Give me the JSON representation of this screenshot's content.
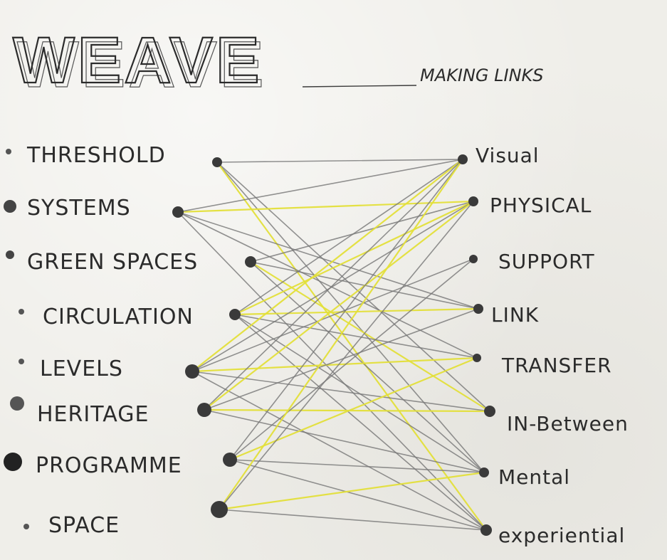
{
  "title": "WEAVE",
  "subtitle": "MAKING LINKS",
  "colors": {
    "pencil": "#3c3c3c",
    "grey_link": "#777777",
    "yellow_link": "#e3df3a"
  },
  "left_nodes": [
    {
      "id": "threshold",
      "label": "THRESHOLD",
      "bullet": "small"
    },
    {
      "id": "systems",
      "label": "SYSTEMS",
      "bullet": "large"
    },
    {
      "id": "green-spaces",
      "label": "GREEN SPACES",
      "bullet": "medium"
    },
    {
      "id": "circulation",
      "label": "CIRCULATION",
      "bullet": "small"
    },
    {
      "id": "levels",
      "label": "LEVELS",
      "bullet": "small"
    },
    {
      "id": "heritage",
      "label": "HERITAGE",
      "bullet": "large"
    },
    {
      "id": "programme",
      "label": "PROGRAMME",
      "bullet": "xlarge"
    },
    {
      "id": "space",
      "label": "SPACE",
      "bullet": "small"
    }
  ],
  "right_nodes": [
    {
      "id": "visual",
      "label": "Visual"
    },
    {
      "id": "physical",
      "label": "PHYSICAL"
    },
    {
      "id": "support",
      "label": "SUPPORT"
    },
    {
      "id": "link",
      "label": "LINK"
    },
    {
      "id": "transfer",
      "label": "TRANSFER"
    },
    {
      "id": "in-between",
      "label": "IN-Between"
    },
    {
      "id": "mental",
      "label": "Mental"
    },
    {
      "id": "experiential",
      "label": "experiential"
    }
  ],
  "links": [
    {
      "from": "threshold",
      "to": "visual",
      "color": "grey"
    },
    {
      "from": "threshold",
      "to": "in-between",
      "color": "grey"
    },
    {
      "from": "threshold",
      "to": "mental",
      "color": "grey"
    },
    {
      "from": "threshold",
      "to": "experiential",
      "color": "yellow"
    },
    {
      "from": "systems",
      "to": "physical",
      "color": "yellow"
    },
    {
      "from": "systems",
      "to": "visual",
      "color": "grey"
    },
    {
      "from": "systems",
      "to": "link",
      "color": "grey"
    },
    {
      "from": "systems",
      "to": "transfer",
      "color": "grey"
    },
    {
      "from": "systems",
      "to": "experiential",
      "color": "grey"
    },
    {
      "from": "green-spaces",
      "to": "physical",
      "color": "grey"
    },
    {
      "from": "green-spaces",
      "to": "link",
      "color": "grey"
    },
    {
      "from": "green-spaces",
      "to": "in-between",
      "color": "yellow"
    },
    {
      "from": "green-spaces",
      "to": "mental",
      "color": "grey"
    },
    {
      "from": "circulation",
      "to": "visual",
      "color": "grey"
    },
    {
      "from": "circulation",
      "to": "physical",
      "color": "yellow"
    },
    {
      "from": "circulation",
      "to": "link",
      "color": "yellow"
    },
    {
      "from": "circulation",
      "to": "transfer",
      "color": "grey"
    },
    {
      "from": "circulation",
      "to": "mental",
      "color": "grey"
    },
    {
      "from": "circulation",
      "to": "experiential",
      "color": "grey"
    },
    {
      "from": "levels",
      "to": "visual",
      "color": "yellow"
    },
    {
      "from": "levels",
      "to": "physical",
      "color": "grey"
    },
    {
      "from": "levels",
      "to": "support",
      "color": "grey"
    },
    {
      "from": "levels",
      "to": "transfer",
      "color": "yellow"
    },
    {
      "from": "levels",
      "to": "in-between",
      "color": "grey"
    },
    {
      "from": "levels",
      "to": "experiential",
      "color": "grey"
    },
    {
      "from": "heritage",
      "to": "visual",
      "color": "grey"
    },
    {
      "from": "heritage",
      "to": "physical",
      "color": "yellow"
    },
    {
      "from": "heritage",
      "to": "link",
      "color": "grey"
    },
    {
      "from": "heritage",
      "to": "in-between",
      "color": "yellow"
    },
    {
      "from": "heritage",
      "to": "mental",
      "color": "grey"
    },
    {
      "from": "programme",
      "to": "visual",
      "color": "grey"
    },
    {
      "from": "programme",
      "to": "support",
      "color": "grey"
    },
    {
      "from": "programme",
      "to": "transfer",
      "color": "yellow"
    },
    {
      "from": "programme",
      "to": "mental",
      "color": "grey"
    },
    {
      "from": "programme",
      "to": "experiential",
      "color": "grey"
    },
    {
      "from": "space",
      "to": "visual",
      "color": "yellow"
    },
    {
      "from": "space",
      "to": "physical",
      "color": "grey"
    },
    {
      "from": "space",
      "to": "mental",
      "color": "yellow"
    },
    {
      "from": "space",
      "to": "experiential",
      "color": "grey"
    }
  ]
}
